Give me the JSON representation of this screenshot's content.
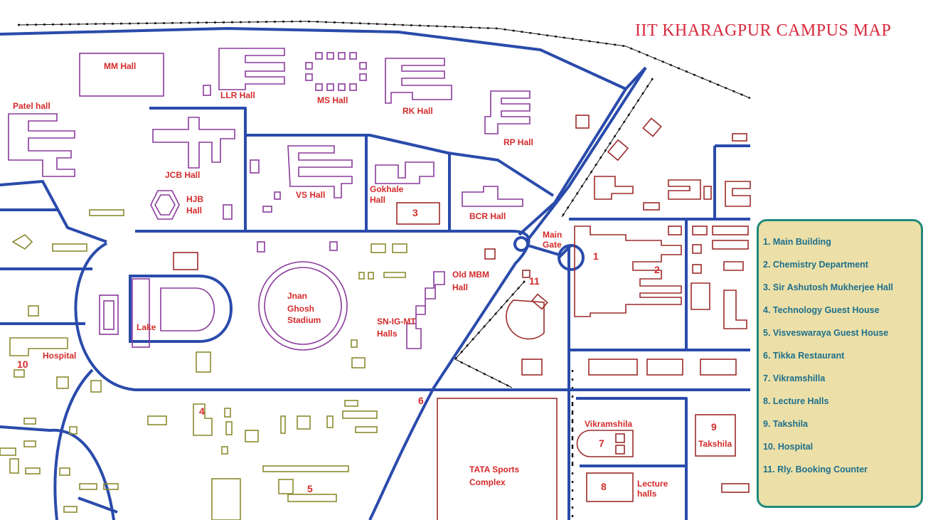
{
  "map_title": "IIT KHARAGPUR CAMPUS MAP",
  "colors": {
    "road": "#2a4bab",
    "hall_outline": "#8a3a9c",
    "building_red": "#9c2a2a",
    "building_olive": "#8a8a30",
    "label_red": "#d42a2a",
    "title": "#d8283c",
    "legend_bg": "#ece0a8",
    "legend_border": "#1f8a7a",
    "legend_text": "#1e6f8c"
  },
  "places": {
    "mm_hall": "MM Hall",
    "llr_hall": "LLR Hall",
    "ms_hall": "MS Hall",
    "rk_hall": "RK Hall",
    "rp_hall": "RP Hall",
    "patel_hall": "Patel hall",
    "jcb_hall": "JCB Hall",
    "hjb_hall_1": "HJB",
    "hjb_hall_2": "Hall",
    "vs_hall": "VS Hall",
    "gokhale_hall_1": "Gokhale",
    "gokhale_hall_2": "Hall",
    "bcr_hall": "BCR Hall",
    "main_gate_1": "Main",
    "main_gate_2": "Gate",
    "lake": "Lake",
    "stadium_1": "Jnan",
    "stadium_2": "Ghosh",
    "stadium_3": "Stadium",
    "old_mbm_1": "Old MBM",
    "old_mbm_2": "Hall",
    "sn_ig_mt_1": "SN-IG-MT",
    "sn_ig_mt_2": "Halls",
    "hospital": "Hospital",
    "vikramshila": "Vikramshila",
    "takshila": "Takshila",
    "tata_1": "TATA Sports",
    "tata_2": "Complex",
    "lecture_1": "Lecture",
    "lecture_2": "halls"
  },
  "markers": {
    "m1": "1",
    "m2": "2",
    "m3": "3",
    "m4": "4",
    "m5": "5",
    "m6": "6",
    "m7": "7",
    "m8": "8",
    "m9": "9",
    "m10": "10",
    "m11": "11"
  },
  "legend": [
    "1. Main Building",
    "2. Chemistry Department",
    "3. Sir Ashutosh Mukherjee Hall",
    "4. Technology Guest House",
    "5. Visveswaraya Guest House",
    "6. Tikka Restaurant",
    "7. Vikramshilla",
    "8. Lecture Halls",
    "9. Takshila",
    "10. Hospital",
    "11. Rly. Booking Counter"
  ]
}
